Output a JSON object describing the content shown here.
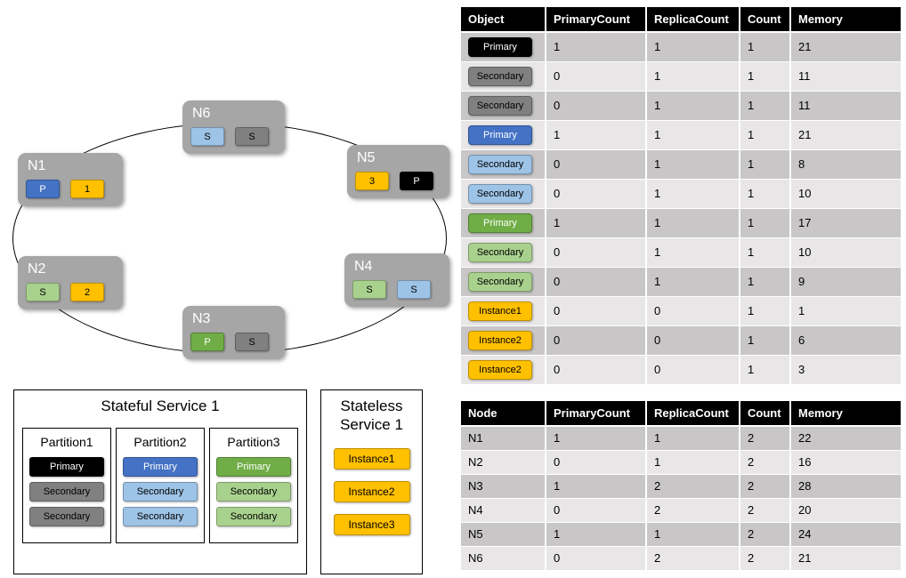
{
  "colors": {
    "node_bg": "#a6a6a6",
    "primary_black": "#000000",
    "secondary_gray": "#808080",
    "primary_blue": "#4472c4",
    "secondary_blue": "#9dc3e6",
    "primary_green": "#70ad47",
    "secondary_green": "#a9d18e",
    "instance_yellow": "#ffc000",
    "row_dark": "#c8c6c6",
    "row_light": "#e8e6e6"
  },
  "ring": {
    "nodes": [
      {
        "label": "N1",
        "chips": [
          {
            "text": "P",
            "style": "primary-blue"
          },
          {
            "text": "1",
            "style": "instance"
          }
        ]
      },
      {
        "label": "N2",
        "chips": [
          {
            "text": "S",
            "style": "secondary-green"
          },
          {
            "text": "2",
            "style": "instance"
          }
        ]
      },
      {
        "label": "N3",
        "chips": [
          {
            "text": "P",
            "style": "primary-green"
          },
          {
            "text": "S",
            "style": "secondary-gray"
          }
        ]
      },
      {
        "label": "N4",
        "chips": [
          {
            "text": "S",
            "style": "secondary-green"
          },
          {
            "text": "S",
            "style": "secondary-blue"
          }
        ]
      },
      {
        "label": "N5",
        "chips": [
          {
            "text": "3",
            "style": "instance"
          },
          {
            "text": "P",
            "style": "primary-black"
          }
        ]
      },
      {
        "label": "N6",
        "chips": [
          {
            "text": "S",
            "style": "secondary-blue"
          },
          {
            "text": "S",
            "style": "secondary-gray"
          }
        ]
      }
    ]
  },
  "services": {
    "stateful": {
      "title": "Stateful Service 1",
      "partitions": [
        {
          "title": "Partition1",
          "replicas": [
            {
              "text": "Primary",
              "style": "primary-black"
            },
            {
              "text": "Secondary",
              "style": "secondary-gray"
            },
            {
              "text": "Secondary",
              "style": "secondary-gray"
            }
          ]
        },
        {
          "title": "Partition2",
          "replicas": [
            {
              "text": "Primary",
              "style": "primary-blue"
            },
            {
              "text": "Secondary",
              "style": "secondary-blue"
            },
            {
              "text": "Secondary",
              "style": "secondary-blue"
            }
          ]
        },
        {
          "title": "Partition3",
          "replicas": [
            {
              "text": "Primary",
              "style": "primary-green"
            },
            {
              "text": "Secondary",
              "style": "secondary-green"
            },
            {
              "text": "Secondary",
              "style": "secondary-green"
            }
          ]
        }
      ]
    },
    "stateless": {
      "title": "Stateless Service 1",
      "instances": [
        {
          "text": "Instance1",
          "style": "instance"
        },
        {
          "text": "Instance2",
          "style": "instance"
        },
        {
          "text": "Instance3",
          "style": "instance"
        }
      ]
    }
  },
  "object_table": {
    "headers": [
      "Object",
      "PrimaryCount",
      "ReplicaCount",
      "Count",
      "Memory"
    ],
    "rows": [
      {
        "chip": {
          "text": "Primary",
          "style": "primary-black"
        },
        "values": [
          "1",
          "1",
          "1",
          "21"
        ]
      },
      {
        "chip": {
          "text": "Secondary",
          "style": "secondary-gray"
        },
        "values": [
          "0",
          "1",
          "1",
          "11"
        ]
      },
      {
        "chip": {
          "text": "Secondary",
          "style": "secondary-gray"
        },
        "values": [
          "0",
          "1",
          "1",
          "11"
        ]
      },
      {
        "chip": {
          "text": "Primary",
          "style": "primary-blue"
        },
        "values": [
          "1",
          "1",
          "1",
          "21"
        ]
      },
      {
        "chip": {
          "text": "Secondary",
          "style": "secondary-blue"
        },
        "values": [
          "0",
          "1",
          "1",
          "8"
        ]
      },
      {
        "chip": {
          "text": "Secondary",
          "style": "secondary-blue"
        },
        "values": [
          "0",
          "1",
          "1",
          "10"
        ]
      },
      {
        "chip": {
          "text": "Primary",
          "style": "primary-green"
        },
        "values": [
          "1",
          "1",
          "1",
          "17"
        ]
      },
      {
        "chip": {
          "text": "Secondary",
          "style": "secondary-green"
        },
        "values": [
          "0",
          "1",
          "1",
          "10"
        ]
      },
      {
        "chip": {
          "text": "Secondary",
          "style": "secondary-green"
        },
        "values": [
          "0",
          "1",
          "1",
          "9"
        ]
      },
      {
        "chip": {
          "text": "Instance1",
          "style": "instance"
        },
        "values": [
          "0",
          "0",
          "1",
          "1"
        ]
      },
      {
        "chip": {
          "text": "Instance2",
          "style": "instance"
        },
        "values": [
          "0",
          "0",
          "1",
          "6"
        ]
      },
      {
        "chip": {
          "text": "Instance2",
          "style": "instance"
        },
        "values": [
          "0",
          "0",
          "1",
          "3"
        ]
      }
    ]
  },
  "node_table": {
    "headers": [
      "Node",
      "PrimaryCount",
      "ReplicaCount",
      "Count",
      "Memory"
    ],
    "rows": [
      {
        "label": "N1",
        "values": [
          "1",
          "1",
          "2",
          "22"
        ]
      },
      {
        "label": "N2",
        "values": [
          "0",
          "1",
          "2",
          "16"
        ]
      },
      {
        "label": "N3",
        "values": [
          "1",
          "2",
          "2",
          "28"
        ]
      },
      {
        "label": "N4",
        "values": [
          "0",
          "2",
          "2",
          "20"
        ]
      },
      {
        "label": "N5",
        "values": [
          "1",
          "1",
          "2",
          "24"
        ]
      },
      {
        "label": "N6",
        "values": [
          "0",
          "2",
          "2",
          "21"
        ]
      }
    ]
  }
}
